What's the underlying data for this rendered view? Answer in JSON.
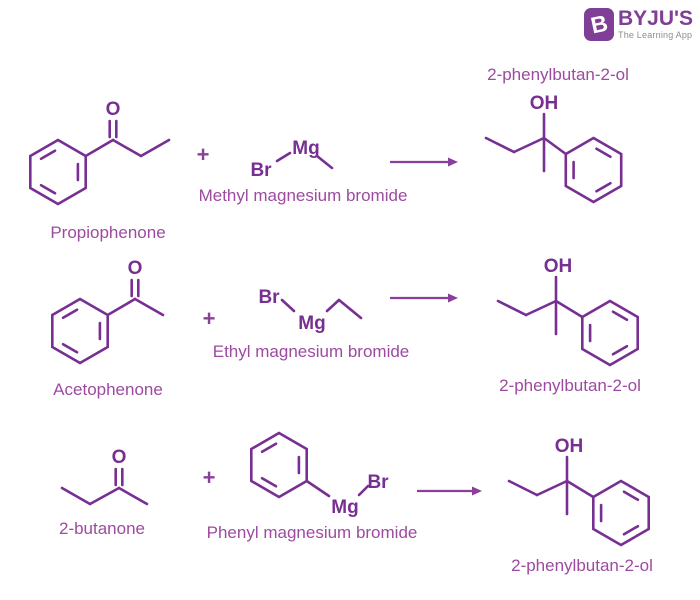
{
  "logo": {
    "brand": "BYJU'S",
    "tagline": "The Learning App",
    "icon_letter": "B"
  },
  "colors": {
    "structure_purple": "#772f92",
    "label_purple": "#9d4aa0",
    "logo_purple": "#7f3f97",
    "tagline_gray": "#8d8d8d",
    "background": "#ffffff"
  },
  "symbols": {
    "plus": "+",
    "oxygen": "O",
    "hydroxyl": "OH",
    "magnesium": "Mg",
    "bromine": "Br"
  },
  "reactions": [
    {
      "reactant_label": "Propiophenone",
      "reagent_label": "Methyl magnesium bromide",
      "product_label": "2-phenylbutan-2-ol"
    },
    {
      "reactant_label": "Acetophenone",
      "reagent_label": "Ethyl magnesium bromide",
      "product_label": "2-phenylbutan-2-ol"
    },
    {
      "reactant_label": "2-butanone",
      "reagent_label": "Phenyl magnesium bromide",
      "product_label": "2-phenylbutan-2-ol"
    }
  ]
}
